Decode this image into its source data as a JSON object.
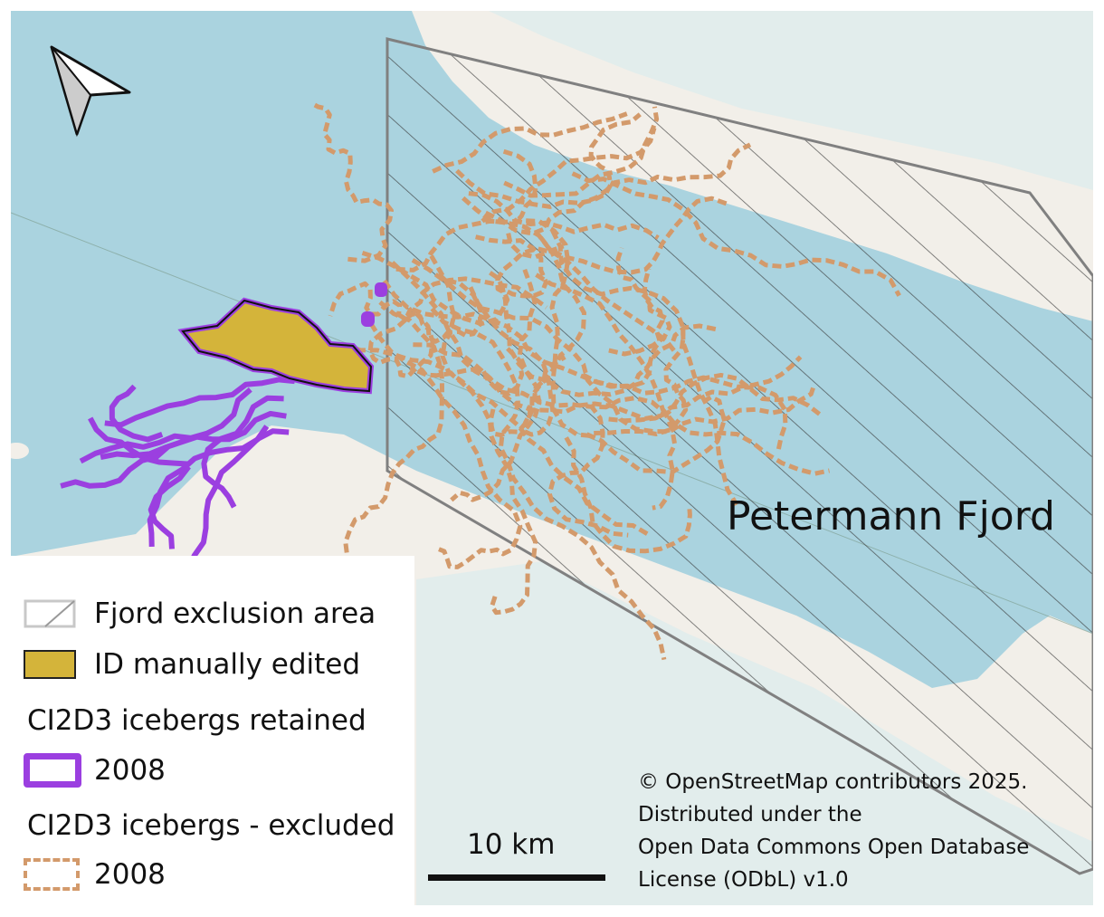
{
  "map": {
    "place_label": "Petermann Fjord",
    "north_arrow_icon": "north-arrow-icon",
    "colors": {
      "sea": "#aad3df",
      "land": "#f2efe9",
      "ice": "#ddecec",
      "manually_edited_fill": "#d4b43a",
      "retained": "#9b3fe0",
      "excluded": "#d39a6b",
      "exclusion_outline": "#808080"
    }
  },
  "legend": {
    "items": [
      {
        "label": "Fjord exclusion area"
      },
      {
        "label": "ID manually edited"
      }
    ],
    "retained_title": "CI2D3 icebergs retained",
    "retained_year": "2008",
    "excluded_title": "CI2D3 icebergs - excluded",
    "excluded_year": "2008"
  },
  "scale": {
    "label": "10 km"
  },
  "attribution": {
    "lines": [
      "© OpenStreetMap contributors 2025.",
      "Distributed under the",
      "Open Data Commons Open Database",
      "License (ODbL) v1.0"
    ]
  }
}
